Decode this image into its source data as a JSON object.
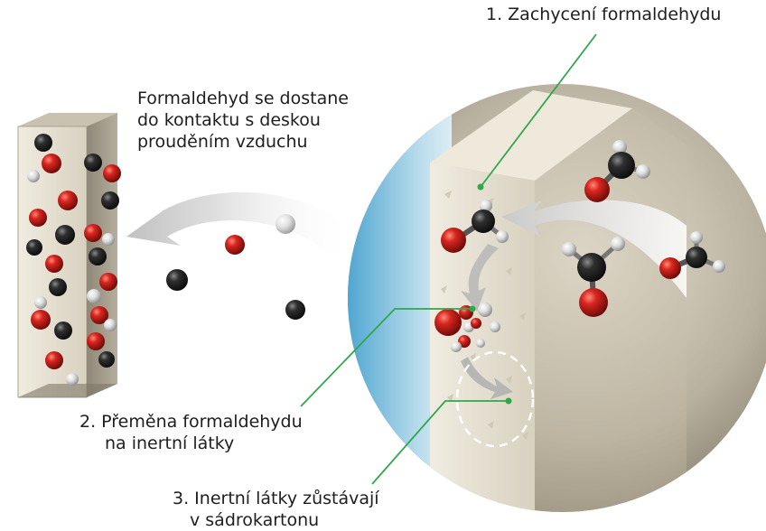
{
  "labels": {
    "capture": "1. Zachycení formaldehydu",
    "intro_line1": "Formaldehyd se dostane",
    "intro_line2": "do kontaktu s deskou",
    "intro_line3": "prouděním vzduchu",
    "transform_line1": "2. Přeměna formaldehydu",
    "transform_line2": "na inertní látky",
    "remain_line1": "3. Inertní látky zůstávají",
    "remain_line2": "v sádrokartonu"
  },
  "colors": {
    "leader_line": "#2fa84a",
    "oxygen": "#c8201c",
    "carbon": "#2b2b2b",
    "hydrogen": "#e2e2e2",
    "board": "#e8e3d6",
    "circle_sky": "#7fbedb"
  }
}
